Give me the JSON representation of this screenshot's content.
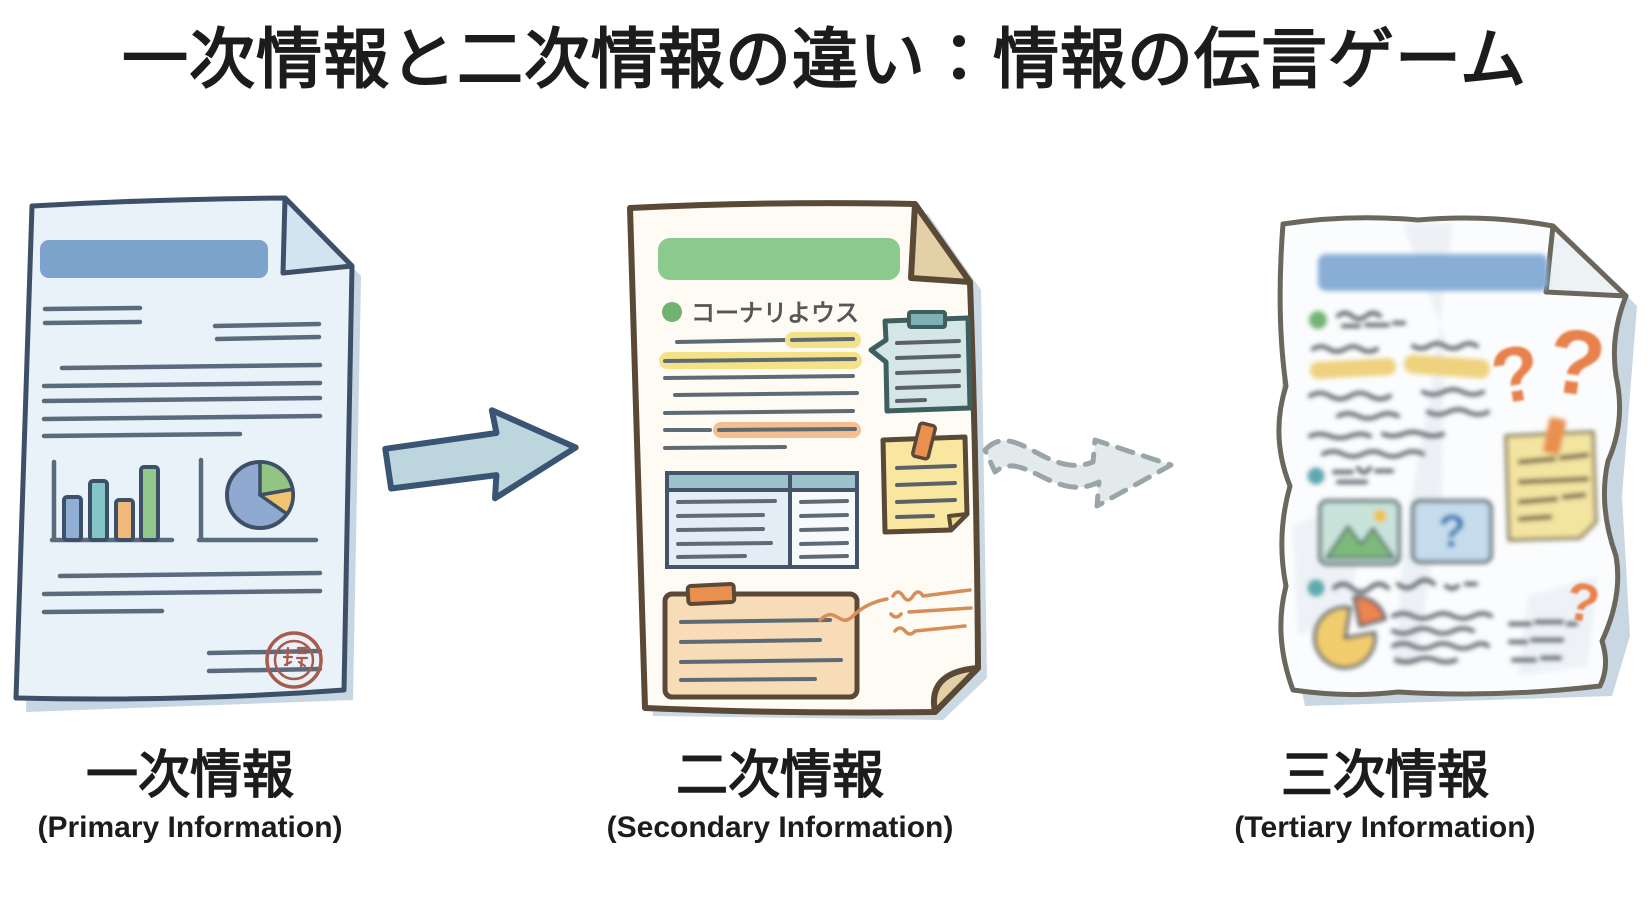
{
  "title": "一次情報と二次情報の違い：情報の伝言ゲーム",
  "stages": [
    {
      "jp": "一次情報",
      "en": "(Primary Information)"
    },
    {
      "jp": "二次情報",
      "en": "(Secondary Information)"
    },
    {
      "jp": "三次情報",
      "en": "(Tertiary Information)"
    }
  ],
  "secondary_document": {
    "section_heading": "コーナリよウス"
  },
  "tertiary_document": {
    "question_mark": "?"
  },
  "colors": {
    "text_black": "#1c1c1c",
    "ink_blue": "#5b6b7e",
    "ink_gray": "#5f6b74",
    "ink_soft": "#5a6168",
    "paper_primary": "#eaf2f9",
    "outline_primary": "#3e4f68",
    "fold_primary": "#d3e4f1",
    "shadow_primary": "#c6d6e3",
    "header_primary": "#7ca3cb",
    "bar_blue": "#91aed3",
    "bar_teal": "#84c5c7",
    "bar_orange": "#f1b87b",
    "bar_green": "#92c88c",
    "pie_blue": "#8fa9d0",
    "pie_green": "#92c581",
    "pie_orange": "#f0c36e",
    "stamp_red": "#a85a4c",
    "arrow_solid_fill": "#bdd6de",
    "arrow_solid_outline": "#3a5474",
    "paper_secondary": "#fdfbf4",
    "outline_secondary": "#5a4936",
    "fold_secondary": "#e4d0a6",
    "header_secondary": "#8cc98c",
    "bullet_green": "#72b372",
    "highlight_yellow": "#f4e289",
    "highlight_orange": "#f5bf92",
    "note_teal": "#d4e6e5",
    "note_teal_outline": "#3f5f5e",
    "note_teal_clip": "#7fb0b4",
    "sticky_yellow": "#f9e7a1",
    "tape_orange": "#e9904f",
    "table_header": "#9cc3cb",
    "table_body": "#e4edf6",
    "note_orange": "#f8dbb7",
    "scribble_orange": "#d78d57",
    "arrow_wavy_fill": "#e3eaeb",
    "arrow_wavy_outline": "#9aa5a8",
    "paper_tertiary": "#fbfcfd",
    "outline_tertiary": "#6b675c",
    "shadow_tertiary": "#c9d7e2",
    "header_tertiary": "#88aed7",
    "question_orange": "#e8824e",
    "question_blue": "#2f7cb5",
    "image_bg": "#c8e4da",
    "image_mountain": "#7db97a",
    "image_sun": "#f0c050"
  }
}
